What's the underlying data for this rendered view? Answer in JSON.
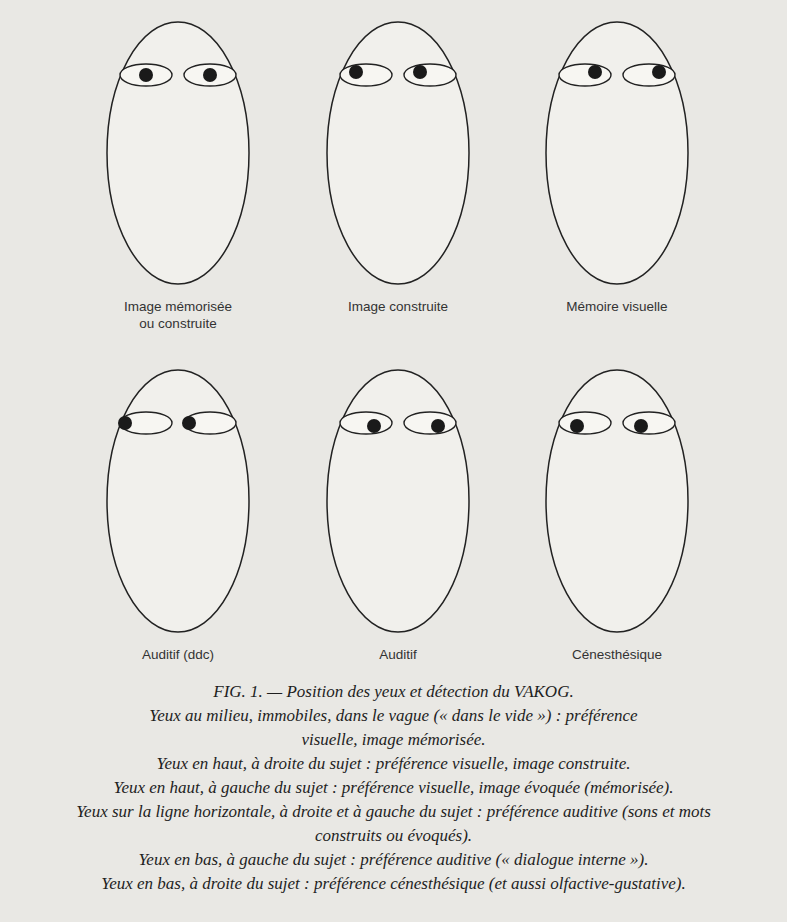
{
  "diagram": {
    "caption": "FIG. 1. — Position des yeux et détection du VAKOG.",
    "nodes": [
      {
        "text": [
          "Image mémorisée ou construite"
        ]
      },
      {
        "text": [
          "Image construite"
        ]
      },
      {
        "text": [
          "Mémoire visuelle"
        ]
      },
      {
        "text": [
          "Auditif (ddc)"
        ]
      },
      {
        "text": [
          "Auditif"
        ]
      },
      {
        "text": [
          "Cénesthésique"
        ]
      }
    ],
    "labels": [
      "Yeux au milieu, immobiles, dans le vague (« dans le vide ») : préférence visuelle, image mémorisée.",
      "Yeux en haut, à droite du sujet : préférence visuelle, image construite.",
      "Yeux en haut, à gauche du sujet : préférence visuelle, image évoquée (mémorisée).",
      "Yeux sur la ligne horizontale, à droite et à gauche du sujet : préférence auditive (sons et mots construits ou évoqués).",
      "Yeux en bas, à gauche du sujet : préférence auditive (« dialogue interne »).",
      "Yeux en bas, à droite du sujet : préférence cénesthésique (et aussi olfactive-gustative)."
    ]
  }
}
